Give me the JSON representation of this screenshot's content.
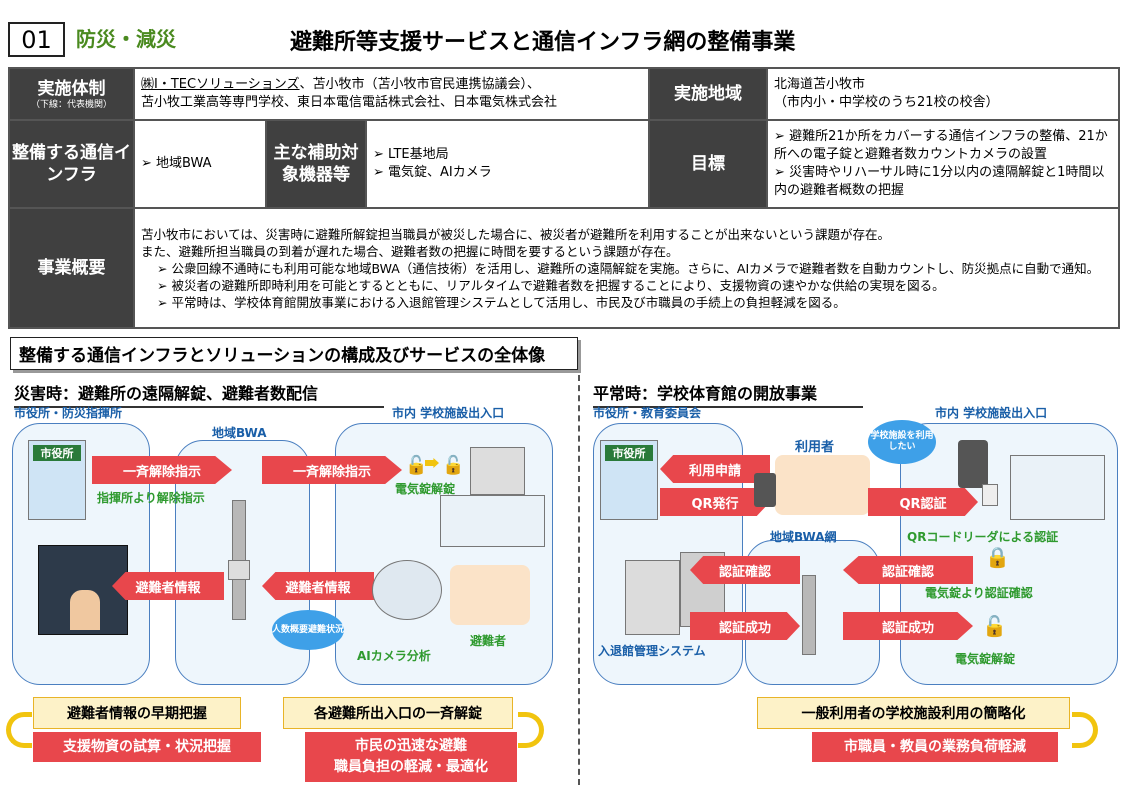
{
  "header": {
    "number": "01",
    "category": "防災・減災",
    "title": "避難所等支援サービスと通信インフラ網の整備事業"
  },
  "info": {
    "impl_label": "実施体制",
    "impl_sub": "（下線：代表機関）",
    "impl_lead": "㈱I・TECソリューションズ",
    "impl_rest": "、苫小牧市（苫小牧市官民連携協議会）、",
    "impl_line2": "苫小牧工業高等専門学校、東日本電信電話株式会社、日本電気株式会社",
    "area_label": "実施地域",
    "area_line1": "北海道苫小牧市",
    "area_line2": "（市内小・中学校のうち21校の校舎）",
    "infra_label": "整備する通信インフラ",
    "infra_value": "地域BWA",
    "equip_label": "主な補助対象機器等",
    "equip_items": [
      "LTE基地局",
      "電気錠、AIカメラ"
    ],
    "goal_label": "目標",
    "goal_items": [
      "避難所21か所をカバーする通信インフラの整備、21か所への電子錠と避難者数カウントカメラの設置",
      "災害時やリハーサル時に1分以内の遠隔解錠と1時間以内の避難者概数の把握"
    ],
    "summary_label": "事業概要",
    "summary_lines": [
      "苫小牧市においては、災害時に避難所解錠担当職員が被災した場合に、被災者が避難所を利用することが出来ないという課題が存在。",
      "また、避難所担当職員の到着が遅れた場合、避難者数の把握に時間を要するという課題が存在。"
    ],
    "summary_bullets": [
      "公衆回線不通時にも利用可能な地域BWA（通信技術）を活用し、避難所の遠隔解錠を実施。さらに、AIカメラで避難者数を自動カウントし、防災拠点に自動で通知。",
      "被災者の避難所即時利用を可能とするとともに、リアルタイムで避難者数を把握することにより、支援物資の速やかな供給の実現を図る。",
      "平常時は、学校体育館開放事業における入退館管理システムとして活用し、市民及び市職員の手続上の負担軽減を図る。"
    ]
  },
  "section_title": "整備する通信インフラとソリューションの構成及びサービスの全体像",
  "disaster": {
    "title": "災害時：避難所の遠隔解錠、避難者数配信",
    "hq_label": "市役所・防災指揮所",
    "bwa_label": "地域BWA",
    "school_label": "市内 学校施設出入口",
    "city_hall": "市役所",
    "arrow1": "一斉解除指示",
    "arrow2": "一斉解除指示",
    "note_hq": "指揮所より解除指示",
    "lock_release": "電気錠解錠",
    "arrow_evac1": "避難者情報",
    "arrow_evac2": "避難者情報",
    "bubble": "人数概要避難状況",
    "ai_label": "AIカメラ分析",
    "evacuees": "避難者",
    "y1": "避難者情報の早期把握",
    "r1": "支援物資の試算・状況把握",
    "y2": "各避難所出入口の一斉解錠",
    "r2_l1": "市民の迅速な避難",
    "r2_l2": "職員負担の軽減・最適化"
  },
  "normal": {
    "title": "平常時：学校体育館の開放事業",
    "hq_label": "市役所・教育委員会",
    "school_label": "市内 学校施設出入口",
    "city_hall": "市役所",
    "users": "利用者",
    "bubble": "学校施設を利用したい",
    "arrow_apply": "利用申請",
    "arrow_qr": "QR発行",
    "arrow_qr_auth": "QR認証",
    "qr_reader": "QRコードリーダによる認証",
    "bwa_label": "地域BWA網",
    "arrow_check1": "認証確認",
    "arrow_check2": "認証確認",
    "lock_check": "電気錠より認証確認",
    "arrow_ok1": "認証成功",
    "arrow_ok2": "認証成功",
    "system": "入退館管理システム",
    "lock_release": "電気錠解錠",
    "y1": "一般利用者の学校施設利用の簡略化",
    "r1": "市職員・教員の業務負荷軽減"
  },
  "colors": {
    "red": "#e8474c",
    "green": "#4a8a1f",
    "blue": "#1a5fa8",
    "yellow": "#fdf2c8"
  }
}
